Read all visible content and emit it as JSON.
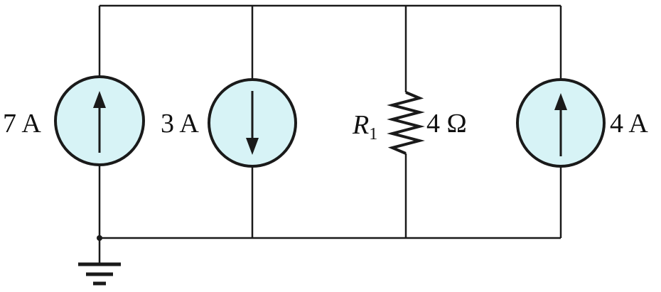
{
  "colors": {
    "wire": "#1a1a1a",
    "source_fill": "#d7f3f6",
    "text": "#111111"
  },
  "components": {
    "source_left": {
      "label": "7 A",
      "direction": "up"
    },
    "source_middle": {
      "label": "3 A",
      "direction": "down"
    },
    "resistor": {
      "name": "R",
      "subscript": "1",
      "value": "4 Ω"
    },
    "source_right": {
      "label": "4 A",
      "direction": "up"
    }
  },
  "ground": {
    "icon": "ground-icon"
  }
}
